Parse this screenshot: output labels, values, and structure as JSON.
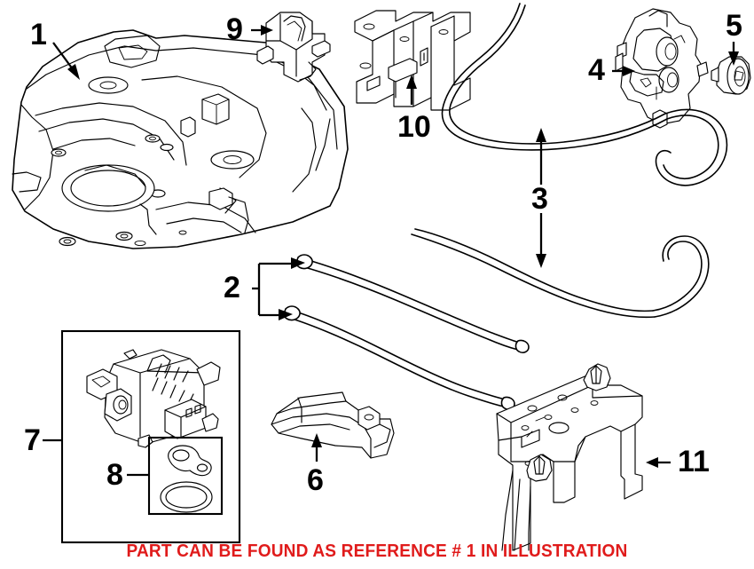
{
  "diagram": {
    "title": "Fuel tank and EVAP emission system parts illustration",
    "type": "exploded-parts-diagram",
    "line_color": "#000000",
    "background_color": "#ffffff",
    "note_color": "#e01b1b",
    "callouts": [
      {
        "number": "1",
        "part": "fuel-tank",
        "arrow": "diagonal-down-right"
      },
      {
        "number": "2",
        "part": "fuel-feed-and-return-hose",
        "arrow": "bracket-two-arrows-right"
      },
      {
        "number": "3",
        "part": "evap-vent-hose",
        "arrow": "double-headed-vertical"
      },
      {
        "number": "4",
        "part": "fuel-pump-module-valve",
        "arrow": "horizontal-right"
      },
      {
        "number": "5",
        "part": "valve-cap",
        "arrow": "vertical-down"
      },
      {
        "number": "6",
        "part": "tank-heat-shield",
        "arrow": "vertical-up"
      },
      {
        "number": "7",
        "part": "evap-canister-assembly",
        "arrow": "leader-line-right"
      },
      {
        "number": "8",
        "part": "gasket-and-seal-kit",
        "arrow": "leader-line-right"
      },
      {
        "number": "9",
        "part": "hose-clip-bracket",
        "arrow": "horizontal-right"
      },
      {
        "number": "10",
        "part": "canister-mounting-bracket",
        "arrow": "vertical-up"
      },
      {
        "number": "11",
        "part": "fuel-tank-support-bracket",
        "arrow": "horizontal-left"
      }
    ],
    "footer_note": "PART CAN BE FOUND AS REFERENCE # 1 IN ILLUSTRATION"
  }
}
